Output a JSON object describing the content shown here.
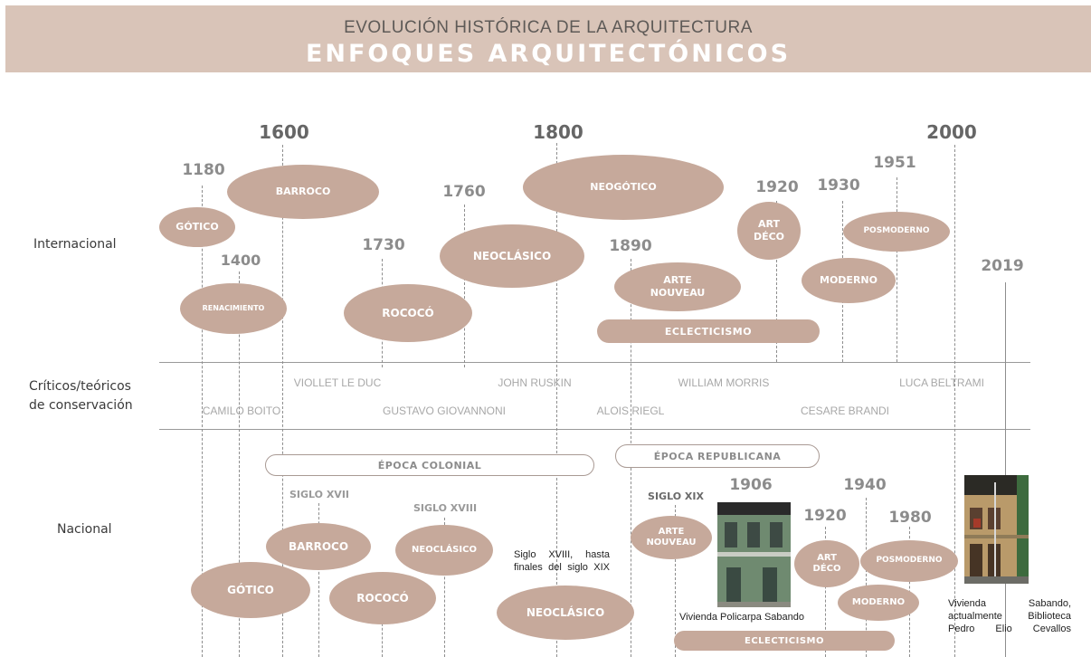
{
  "header": {
    "subtitle": "EVOLUCIÓN HISTÓRICA DE LA ARQUITECTURA",
    "title": "ENFOQUES ARQUITECTÓNICOS"
  },
  "rows": {
    "internacional": "Internacional",
    "criticos_1": "Críticos/teóricos",
    "criticos_2": "de conservación",
    "nacional": "Nacional"
  },
  "major_years": {
    "y1600": "1600",
    "y1800": "1800",
    "y2000": "2000"
  },
  "international": {
    "years": {
      "y1180": "1180",
      "y1400": "1400",
      "y1730": "1730",
      "y1760": "1760",
      "y1890": "1890",
      "y1920": "1920",
      "y1930": "1930",
      "y1951": "1951",
      "y2019": "2019"
    },
    "styles": {
      "gotico": "GÓTICO",
      "barroco": "BARROCO",
      "renacimiento": "RENACIMIENTO",
      "rococo": "ROCOCÓ",
      "neoclasico": "NEOCLÁSICO",
      "neogotico": "NEOGÓTICO",
      "arte_nouveau": "ARTE NOUVEAU",
      "eclecticismo": "ECLECTICISMO",
      "art_deco": "ART DÉCO",
      "moderno": "MODERNO",
      "posmoderno": "POSMODERNO"
    }
  },
  "critics": {
    "viollet": "VIOLLET LE DUC",
    "ruskin": "JOHN RUSKIN",
    "morris": "WILLIAM MORRIS",
    "beltrami": "LUCA BELTRAMI",
    "boito": "CAMILO BOITO",
    "giovannoni": "GUSTAVO GIOVANNONI",
    "riegl": "ALOIS RIEGL",
    "brandi": "CESARE BRANDI"
  },
  "national": {
    "epocas": {
      "colonial": "ÉPOCA COLONIAL",
      "republicana": "ÉPOCA REPUBLICANA"
    },
    "siglos": {
      "xvii": "SIGLO XVII",
      "xviii": "SIGLO XVIII",
      "xix": "SIGLO XIX"
    },
    "years": {
      "y1906": "1906",
      "y1920": "1920",
      "y1940": "1940",
      "y1980": "1980"
    },
    "styles": {
      "barroco": "BARROCO",
      "neoclasico_1": "NEOCLÁSICO",
      "gotico": "GÓTICO",
      "rococo": "ROCOCÓ",
      "neoclasico_2": "NEOCLÁSICO",
      "arte_nouveau": "ARTE NOUVEAU",
      "art_deco": "ART DÉCO",
      "posmoderno": "POSMODERNO",
      "moderno": "MODERNO",
      "eclecticismo": "ECLECTICISMO"
    },
    "note_neoclasico": "Siglo XVIII, hasta finales del siglo XIX",
    "caption_1906": "Vivienda Policarpa Sabando",
    "caption_2019": "Vivienda Sabando, actualmente Biblioteca Pedro Elio Cevallos"
  },
  "colors": {
    "header_bg": "#d9c4b8",
    "ellipse": "#c6a99b",
    "line": "#9a9a9a"
  }
}
